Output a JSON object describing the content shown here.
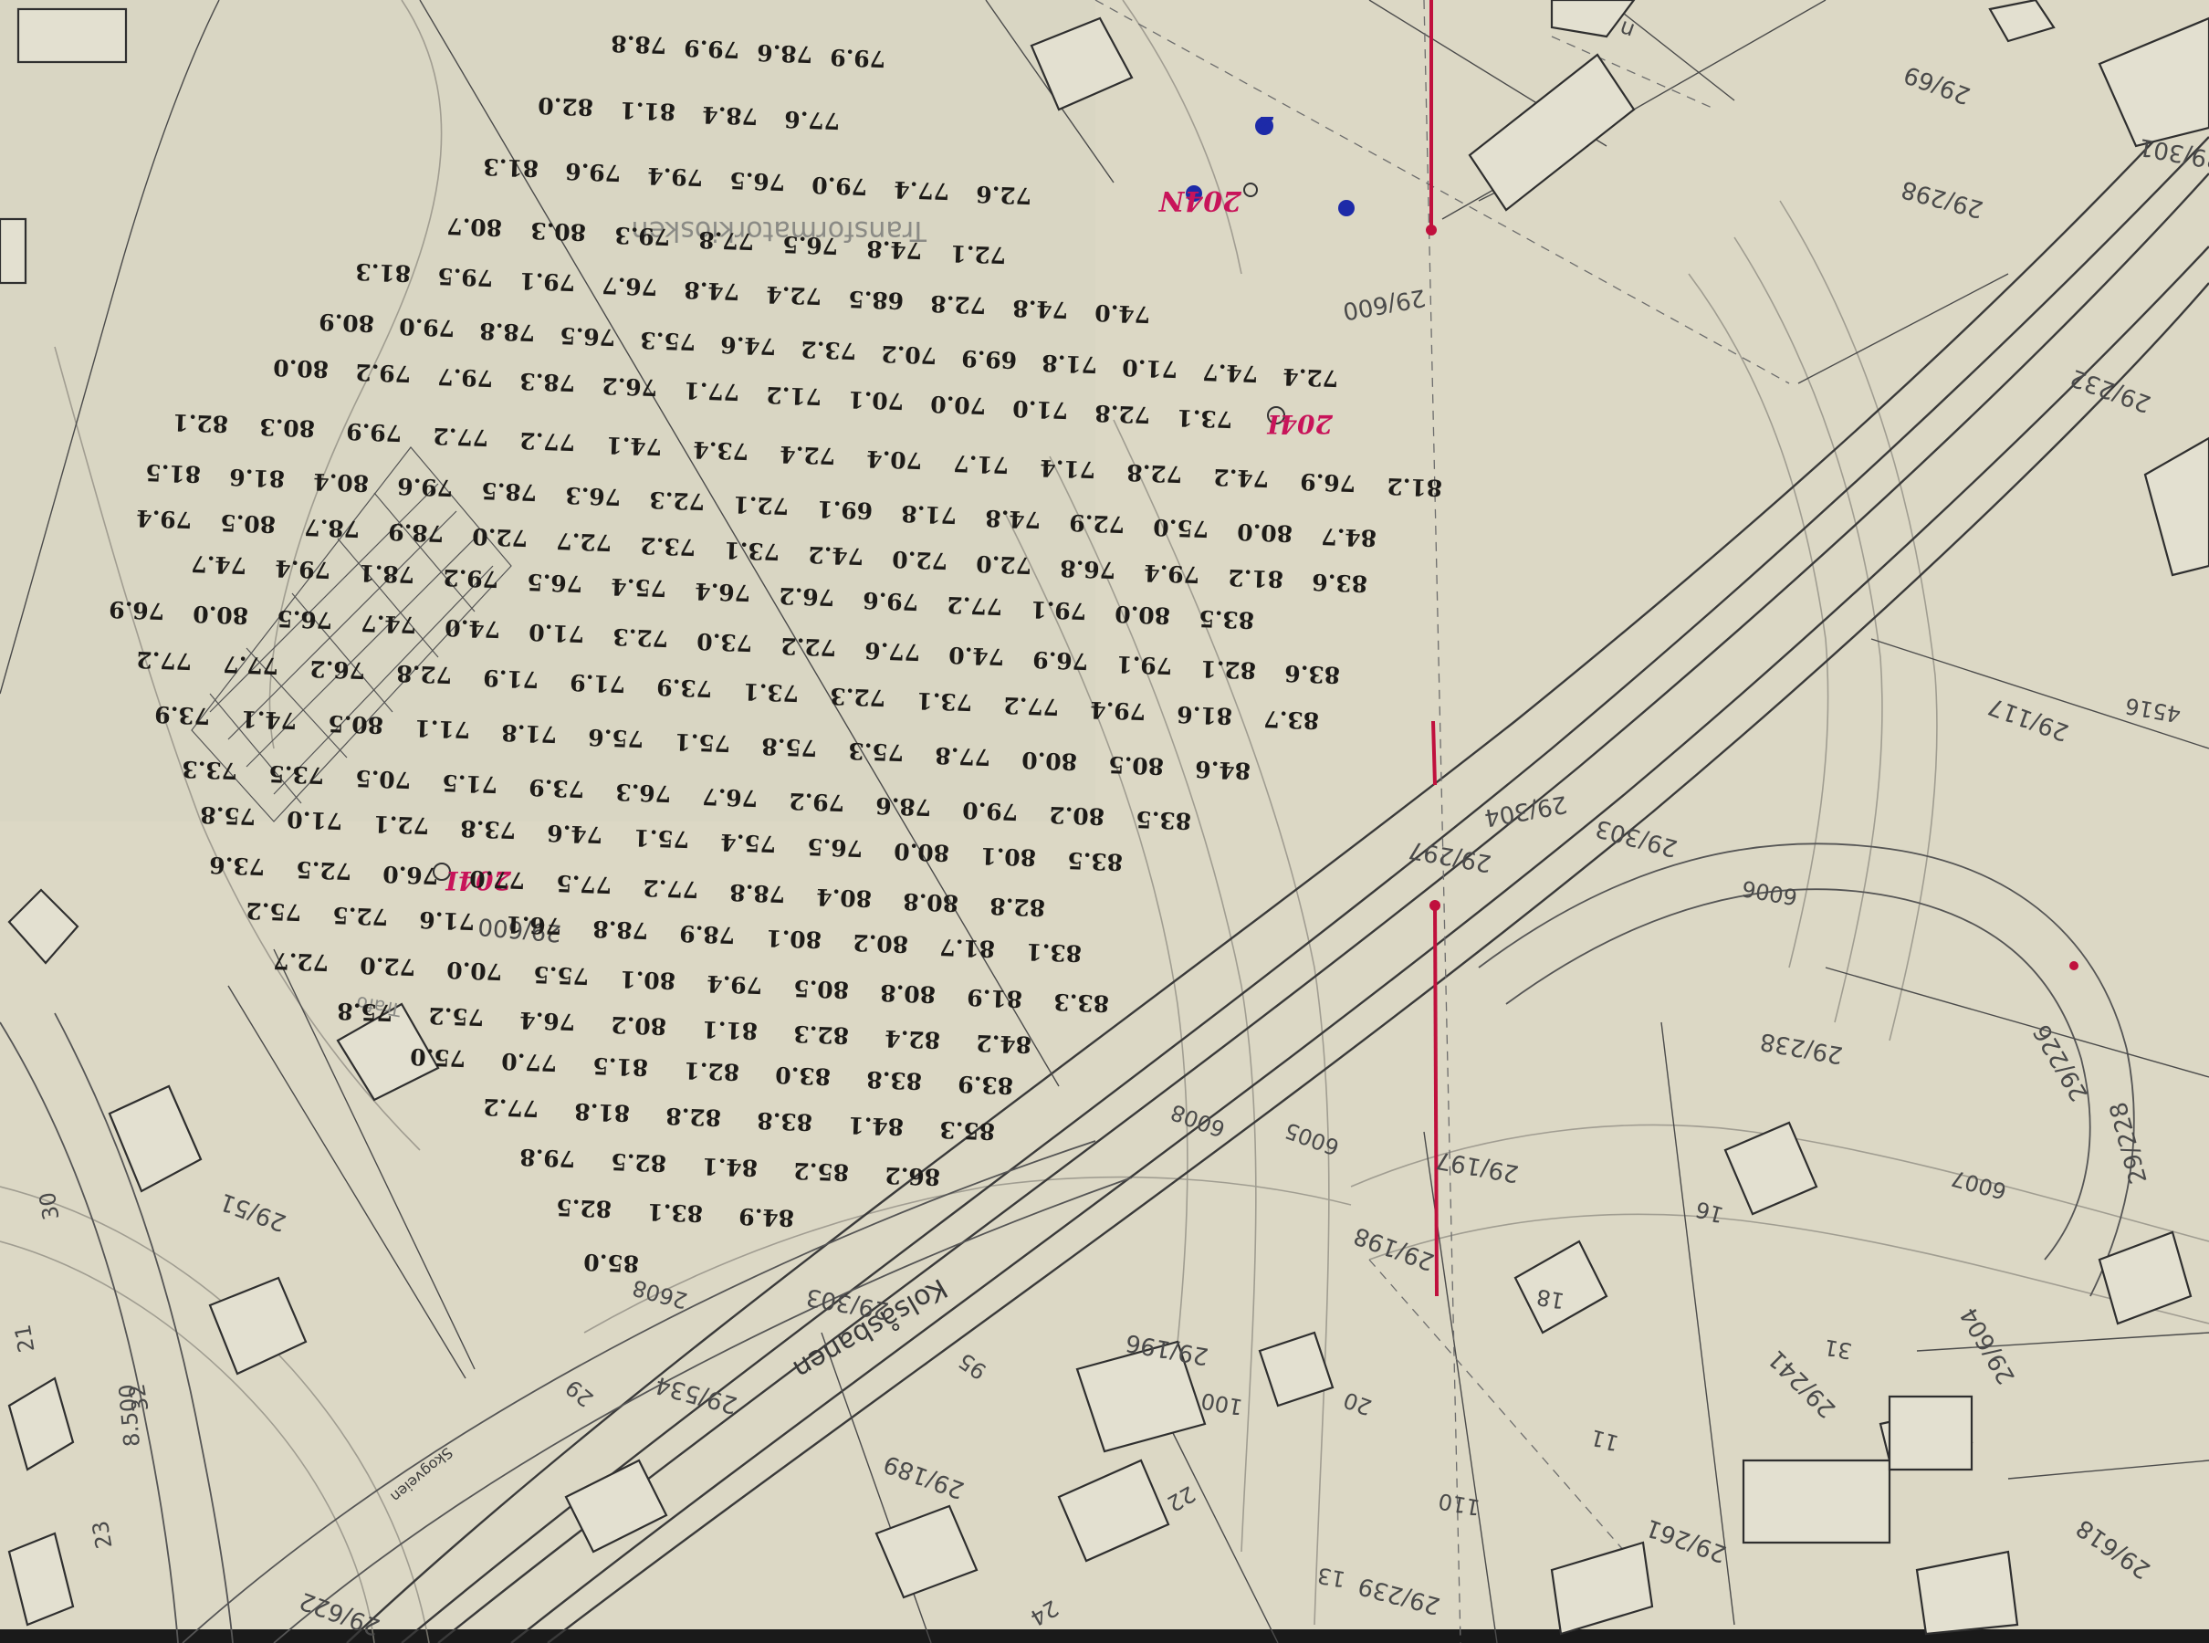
{
  "map": {
    "labels": {
      "transformer": "Transformatorkiosken",
      "street": "Kolsåsbanen",
      "trafo": "Trafo",
      "lower_street": "Skogveien"
    },
    "annotations": {
      "red_top": "204N",
      "red_mid": "204I",
      "red_low": "204I",
      "blue_dot_label": "2"
    },
    "plots": [
      "29/69",
      "29/298",
      "29/301",
      "29/232",
      "29/117",
      "29/303",
      "29/304",
      "29/297",
      "29/238",
      "29/226",
      "29/600",
      "29/600",
      "29/51",
      "29/197",
      "29/198",
      "29/196",
      "29/189",
      "29/239",
      "29/261",
      "29/241",
      "29/604",
      "29/228",
      "29/618",
      "29/303",
      "29/622",
      "29/534"
    ],
    "numbers": [
      "30",
      "32",
      "21",
      "23",
      "100",
      "20",
      "18",
      "16",
      "11",
      "13",
      "22",
      "24",
      "29",
      "31",
      "110",
      "95",
      "6005",
      "6006",
      "6007",
      "6008",
      "4516",
      "2608",
      "8.500",
      "n"
    ],
    "survey_points": [
      [
        "78.8",
        "79.9",
        "78.6",
        "79.9"
      ],
      [
        "82.0",
        "81.1",
        "78.4",
        "77.6"
      ],
      [
        "81.3",
        "79.6",
        "79.4",
        "76.5",
        "79.0",
        "77.4",
        "72.6"
      ],
      [
        "80.7",
        "80.3",
        "79.3",
        "77.8",
        "76.5",
        "74.8",
        "72.1"
      ],
      [
        "81.3",
        "79.5",
        "79.1",
        "76.7",
        "74.8",
        "72.4",
        "68.5",
        "72.8",
        "74.8",
        "74.0"
      ],
      [
        "80.9",
        "79.0",
        "78.8",
        "76.5",
        "75.3",
        "74.6",
        "73.2",
        "70.2",
        "69.9",
        "71.8",
        "71.0",
        "74.7",
        "72.4"
      ],
      [
        "80.0",
        "79.2",
        "79.7",
        "78.3",
        "76.2",
        "77.1",
        "71.2",
        "70.1",
        "70.0",
        "71.0",
        "72.8",
        "73.1"
      ],
      [
        "82.1",
        "80.3",
        "79.9",
        "77.2",
        "77.2",
        "74.1",
        "73.4",
        "72.4",
        "70.4",
        "71.7",
        "71.4",
        "72.8",
        "74.2",
        "76.9",
        "81.2"
      ],
      [
        "81.5",
        "81.6",
        "80.4",
        "79.6",
        "78.5",
        "76.3",
        "72.3",
        "72.1",
        "69.1",
        "71.8",
        "74.8",
        "72.9",
        "75.0",
        "80.0",
        "84.7"
      ],
      [
        "79.4",
        "80.5",
        "78.7",
        "78.9",
        "72.0",
        "72.7",
        "73.2",
        "73.1",
        "74.2",
        "72.0",
        "72.0",
        "76.8",
        "79.4",
        "81.2",
        "83.6"
      ],
      [
        "74.7",
        "79.4",
        "78.1",
        "79.2",
        "76.5",
        "75.4",
        "76.4",
        "76.2",
        "79.6",
        "77.2",
        "79.1",
        "80.0",
        "83.5"
      ],
      [
        "76.9",
        "80.0",
        "76.5",
        "74.7",
        "74.0",
        "71.0",
        "72.3",
        "73.0",
        "72.2",
        "77.6",
        "74.0",
        "76.9",
        "79.1",
        "82.1",
        "83.6"
      ],
      [
        "77.2",
        "77.7",
        "76.2",
        "72.8",
        "71.9",
        "71.9",
        "73.9",
        "73.1",
        "72.3",
        "73.1",
        "77.2",
        "79.4",
        "81.6",
        "83.7"
      ],
      [
        "73.9",
        "74.1",
        "80.5",
        "71.1",
        "71.8",
        "75.6",
        "75.1",
        "75.8",
        "75.3",
        "77.8",
        "80.0",
        "80.5",
        "84.6"
      ],
      [
        "73.3",
        "73.5",
        "70.5",
        "71.5",
        "73.9",
        "76.3",
        "76.7",
        "79.2",
        "78.6",
        "79.0",
        "80.2",
        "83.5"
      ],
      [
        "75.8",
        "71.0",
        "72.1",
        "73.8",
        "74.6",
        "75.1",
        "75.4",
        "76.5",
        "80.0",
        "80.1",
        "83.5"
      ],
      [
        "73.6",
        "72.5",
        "76.0",
        "77.0",
        "77.5",
        "77.2",
        "78.8",
        "80.4",
        "80.8",
        "82.8"
      ],
      [
        "75.2",
        "72.5",
        "71.6",
        "76.1",
        "78.8",
        "78.9",
        "80.1",
        "80.2",
        "81.7",
        "83.1"
      ],
      [
        "72.7",
        "72.0",
        "70.0",
        "75.5",
        "80.1",
        "79.4",
        "80.5",
        "80.8",
        "81.9",
        "83.3"
      ],
      [
        "75.8",
        "75.2",
        "76.4",
        "80.2",
        "81.1",
        "82.3",
        "82.4",
        "84.2"
      ],
      [
        "75.0",
        "77.0",
        "81.5",
        "82.1",
        "83.0",
        "83.8",
        "83.9"
      ],
      [
        "77.2",
        "81.8",
        "82.8",
        "83.8",
        "84.1",
        "85.3"
      ],
      [
        "79.8",
        "82.5",
        "84.1",
        "85.2",
        "86.2"
      ],
      [
        "82.5",
        "83.1",
        "84.9"
      ],
      [
        "85.0"
      ]
    ]
  }
}
